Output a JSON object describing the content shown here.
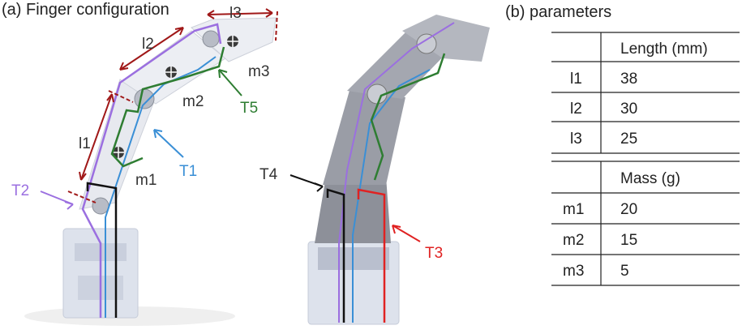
{
  "panel_a": {
    "title": "(a) Finger configuration",
    "link_labels": {
      "l1": "l1",
      "l2": "l2",
      "l3": "l3"
    },
    "mass_labels": {
      "m1": "m1",
      "m2": "m2",
      "m3": "m3"
    },
    "tendon_labels": {
      "T1": "T1",
      "T2": "T2",
      "T3": "T3",
      "T4": "T4",
      "T5": "T5"
    }
  },
  "panel_b": {
    "title": "(b) parameters",
    "length_header": "Length (mm)",
    "mass_header": "Mass (g)",
    "length_rows": [
      {
        "name": "l1",
        "value": "38"
      },
      {
        "name": "l2",
        "value": "30"
      },
      {
        "name": "l3",
        "value": "25"
      }
    ],
    "mass_rows": [
      {
        "name": "m1",
        "value": "20"
      },
      {
        "name": "m2",
        "value": "15"
      },
      {
        "name": "m3",
        "value": "5"
      }
    ]
  },
  "colors": {
    "T1": "#3a8fd6",
    "T2": "#9b6fe0",
    "T3": "#e02222",
    "T4": "#111111",
    "T5": "#2e7d32",
    "dimension": "#a01818"
  }
}
